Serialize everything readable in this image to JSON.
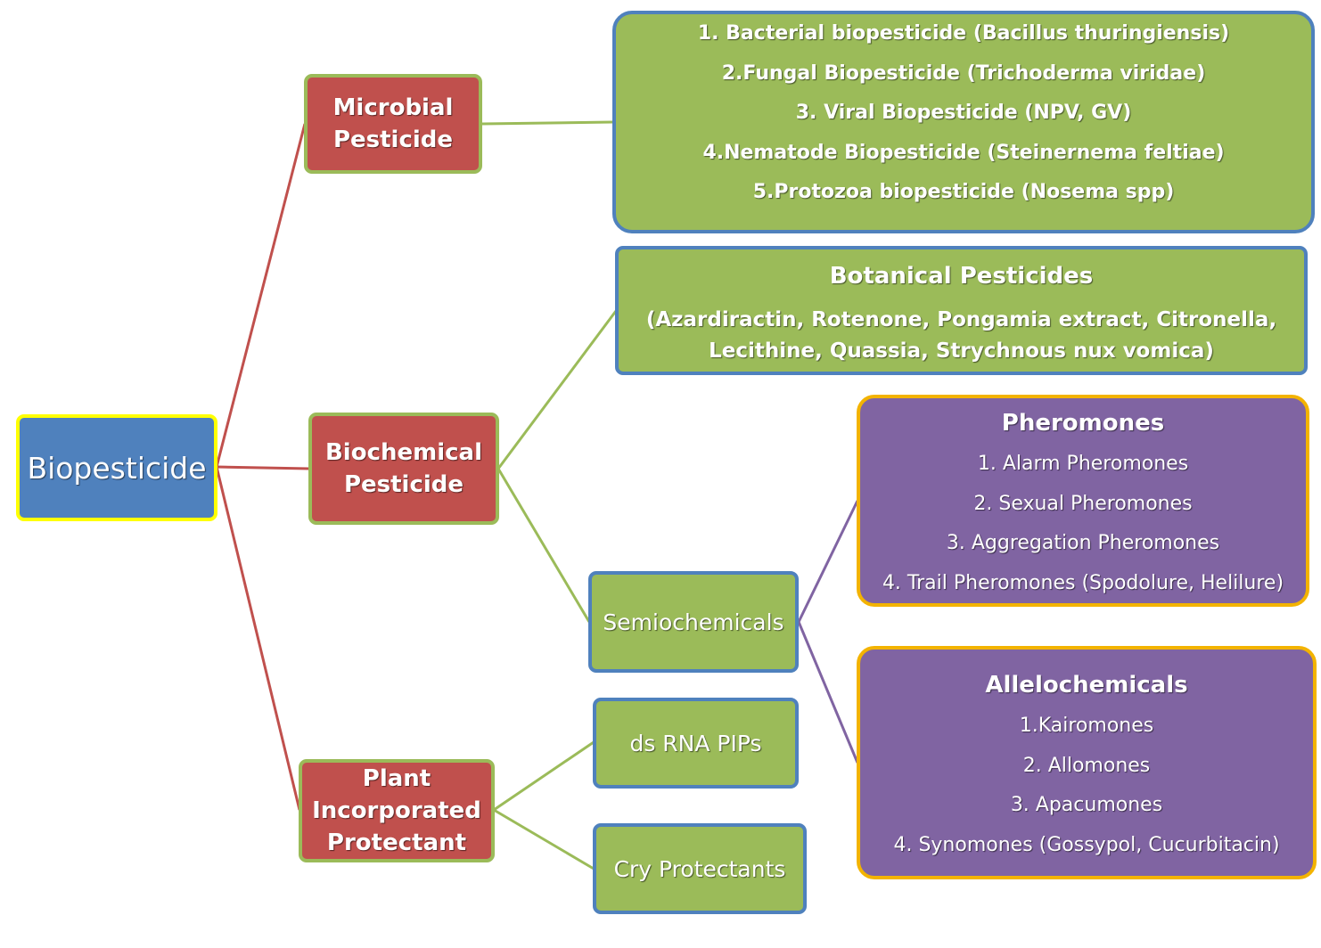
{
  "root": {
    "label": "Biopesticide"
  },
  "categories": {
    "microbial": {
      "label": "Microbial Pesticide"
    },
    "biochemical": {
      "label": "Biochemical Pesticide"
    },
    "pip": {
      "lines": [
        "Plant",
        "Incorporated",
        "Protectant"
      ]
    }
  },
  "microbial_list": {
    "items": [
      "1. Bacterial biopesticide (Bacillus thuringiensis)",
      "2.Fungal Biopesticide (Trichoderma viridae)",
      "3. Viral Biopesticide (NPV, GV)",
      "4.Nematode Biopesticide (Steinernema feltiae)",
      "5.Protozoa biopesticide (Nosema spp)"
    ]
  },
  "botanical": {
    "title": "Botanical Pesticides",
    "lines": [
      "(Azardiractin, Rotenone, Pongamia extract, Citronella,",
      "Lecithine, Quassia, Strychnous nux vomica)"
    ]
  },
  "semiochemicals": {
    "label": "Semiochemicals"
  },
  "pheromones": {
    "title": "Pheromones",
    "items": [
      "1. Alarm Pheromones",
      "2. Sexual Pheromones",
      "3. Aggregation Pheromones",
      "4. Trail Pheromones (Spodolure, Helilure)"
    ]
  },
  "allelochemicals": {
    "title": "Allelochemicals",
    "items": [
      "1.Kairomones",
      "2. Allomones",
      "3. Apacumones",
      "4. Synomones (Gossypol, Cucurbitacin)"
    ]
  },
  "ds_rna": {
    "label": "ds RNA PIPs"
  },
  "cry": {
    "label": "Cry Protectants"
  },
  "colors": {
    "blue": "#4f81bd",
    "red": "#c0504d",
    "green": "#9bbb59",
    "purple": "#8064a2",
    "yellow": "#ffff00",
    "orange": "#f3b300"
  }
}
